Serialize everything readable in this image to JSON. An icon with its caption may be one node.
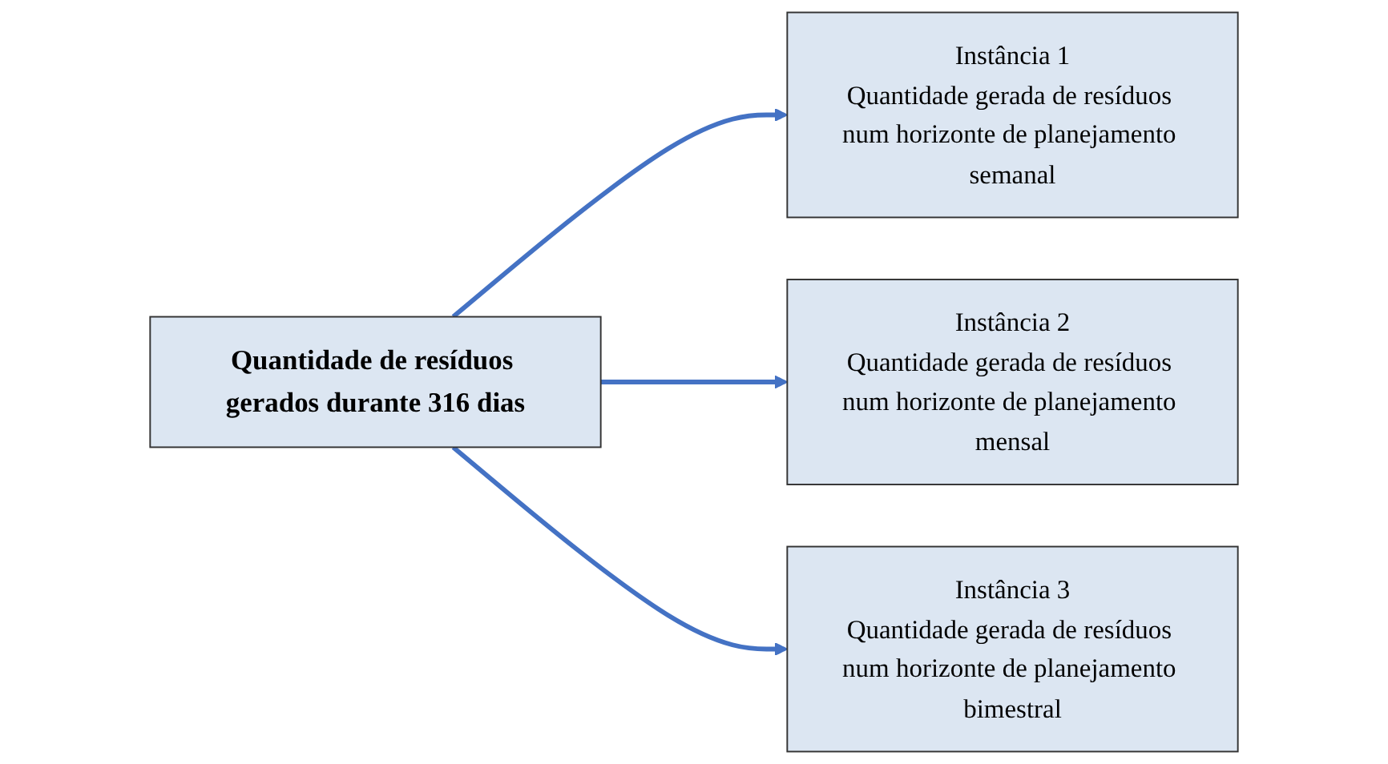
{
  "diagram": {
    "nodes": [
      {
        "text": [
          "Quantidade de resíduos gerados durante 316 dias"
        ]
      },
      {
        "text": [
          "Instância 1",
          "Quantidade gerada de resíduos num horizonte de planejamento semanal"
        ]
      },
      {
        "text": [
          "Instância 2",
          "Quantidade gerada de resíduos num horizonte de planejamento mensal"
        ]
      },
      {
        "text": [
          "Instância 3",
          "Quantidade gerada de resíduos num horizonte de planejamento bimestral"
        ]
      }
    ],
    "edges": [
      {
        "from": 0,
        "to": 1,
        "arrow": "to"
      },
      {
        "from": 0,
        "to": 2,
        "arrow": "to"
      },
      {
        "from": 0,
        "to": 3,
        "arrow": "to"
      }
    ]
  }
}
